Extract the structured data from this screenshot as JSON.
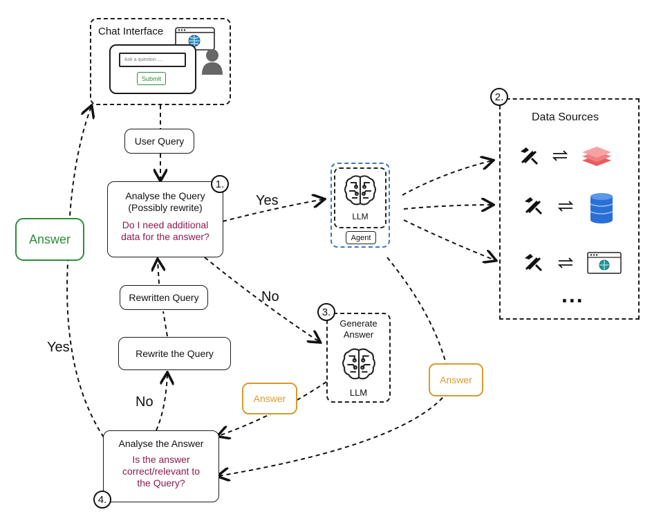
{
  "chat": {
    "title": "Chat Interface",
    "input_placeholder": "Ask a question ....",
    "submit_label": "Submit"
  },
  "user_query": "User Query",
  "analyse_query": {
    "number": "1.",
    "line1": "Analyse the Query",
    "line2": "(Possibly rewrite)",
    "question1": "Do I need additional",
    "question2": "data for the answer?"
  },
  "rewritten_query": "Rewritten Query",
  "rewrite_query": "Rewrite the Query",
  "agent": {
    "llm": "LLM",
    "agent_label": "Agent"
  },
  "data_sources": {
    "number": "2.",
    "title": "Data Sources",
    "ellipsis": "..."
  },
  "generate": {
    "number": "3.",
    "line1": "Generate",
    "line2": "Answer",
    "llm": "LLM"
  },
  "analyse_answer": {
    "number": "4.",
    "title": "Analyse the Answer",
    "q1": "Is the answer",
    "q2": "correct/relevant to",
    "q3": "the Query?"
  },
  "labels": {
    "yes_agent": "Yes",
    "no_generate": "No",
    "no_rewrite": "No",
    "yes_chat": "Yes",
    "answer_green": "Answer",
    "answer_orange_left": "Answer",
    "answer_orange_right": "Answer"
  },
  "colors": {
    "purple": "#8b1a4f",
    "green": "#2e8b3a",
    "orange": "#d89a2a",
    "blue": "#3a78b8",
    "red_layers": "#ee6b6e",
    "db_blue": "#2a6fd6"
  }
}
